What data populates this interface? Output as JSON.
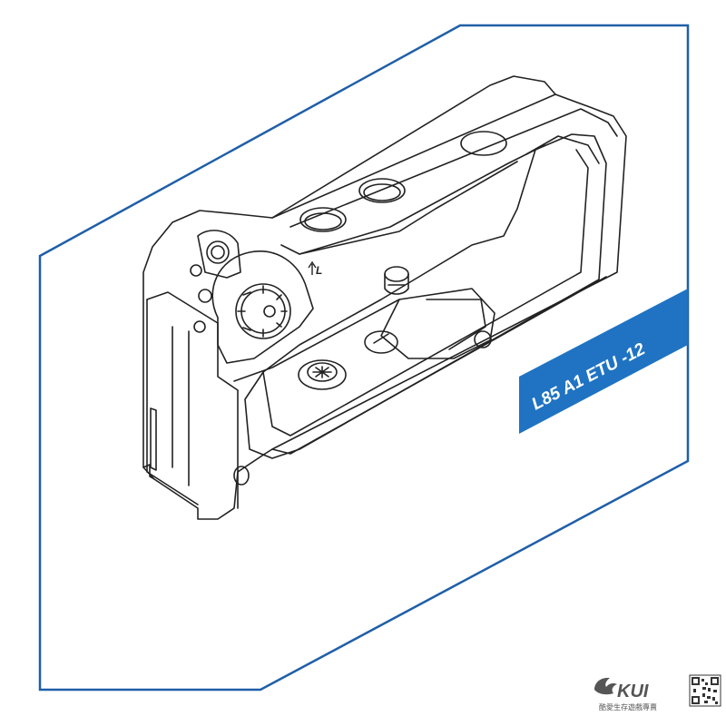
{
  "part_label": "L85 A1 ETU -12",
  "direction_marker": "L",
  "brand": {
    "logo": "KUI",
    "tagline": "酷愛生存遊戲專賣"
  },
  "colors": {
    "frame_blue": "#1f5fa8",
    "label_bg": "#1f73c2",
    "label_text": "#ffffff",
    "line_art": "#222222",
    "brand_gray": "#555555"
  },
  "icons": [
    "qr-code-icon",
    "dragon-logo-icon"
  ]
}
